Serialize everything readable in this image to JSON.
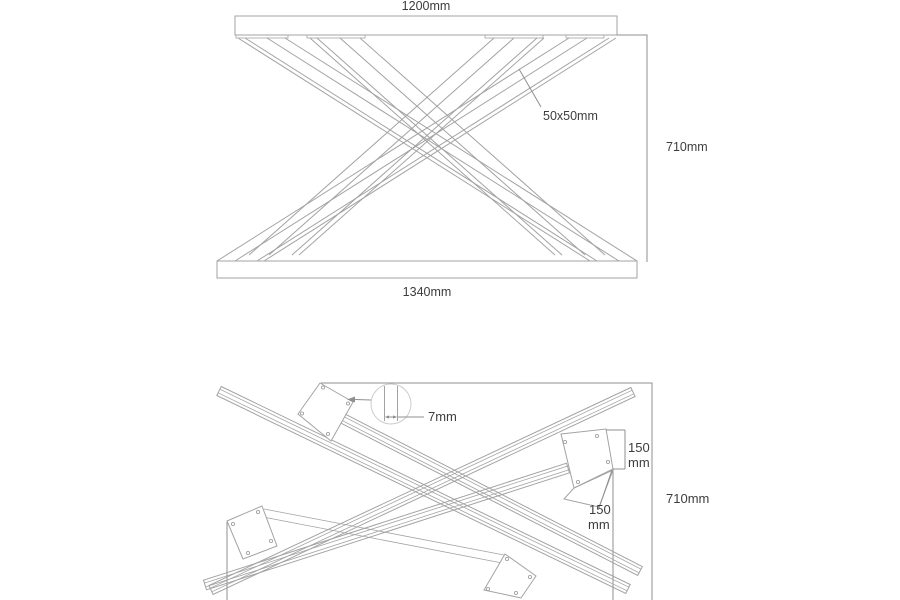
{
  "document": {
    "type": "technical-drawing",
    "subject": "X-frame table base dimensional drawing"
  },
  "colors": {
    "page_bg": "#ffffff",
    "line_color": "#a3a3a3",
    "dim_color": "#8f8f8f",
    "text_color": "#3d3d3d",
    "detail_circle_color": "#cccccc"
  },
  "front_view": {
    "name": "front-elevation",
    "labels": {
      "top_width": "1200mm",
      "bottom_width": "1340mm",
      "height": "710mm",
      "tube_size": "50x50mm"
    }
  },
  "plan_view": {
    "name": "plan-view",
    "labels": {
      "hole_detail": "7mm",
      "plate_dim1_value": "150",
      "plate_dim1_unit": "mm",
      "plate_dim2_value": "150",
      "plate_dim2_unit": "mm",
      "depth": "710mm"
    }
  }
}
